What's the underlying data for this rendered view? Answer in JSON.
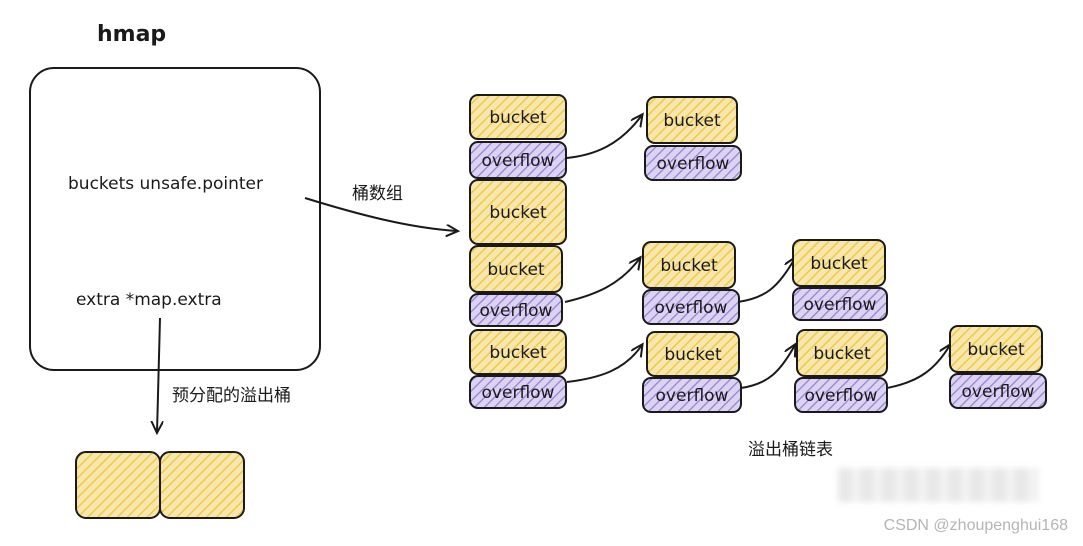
{
  "hmap": {
    "title": "hmap",
    "field_buckets": "buckets unsafe.pointer",
    "field_extra": "extra *map.extra"
  },
  "labels": {
    "bucket_array": "桶数组",
    "preallocated_overflow": "预分配的溢出桶",
    "overflow_chain": "溢出桶链表"
  },
  "cell_text": {
    "bucket": "bucket",
    "overflow": "overflow"
  },
  "colors": {
    "bucket_fill": "#f5d66b",
    "overflow_fill": "#9b86d6",
    "stroke": "#1a1a1a"
  },
  "watermark": "CSDN @zhoupenghui168"
}
